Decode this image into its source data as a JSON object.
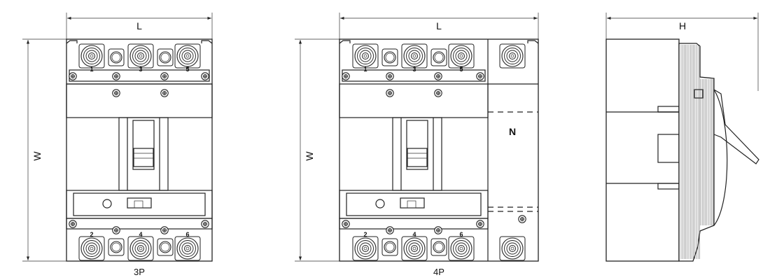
{
  "diagram": {
    "dimensions": {
      "length": "L",
      "width": "W",
      "height": "H"
    },
    "views": [
      {
        "caption": "3P",
        "top_terminals": [
          "1",
          "3",
          "5"
        ],
        "bottom_terminals": [
          "2",
          "4",
          "6"
        ]
      },
      {
        "caption": "4P",
        "top_terminals": [
          "1",
          "3",
          "5"
        ],
        "bottom_terminals": [
          "2",
          "4",
          "6"
        ],
        "neutral_label": "N"
      }
    ]
  },
  "colors": {
    "line": "#222222",
    "background": "#ffffff"
  }
}
